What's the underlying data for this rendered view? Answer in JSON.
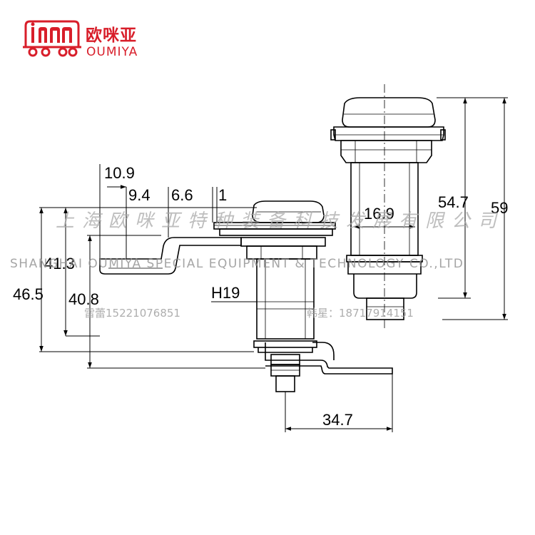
{
  "brand": {
    "name_cn": "欧咪亚",
    "name_en": "OUMIYA",
    "logo_color": "#d81e2a"
  },
  "watermark": {
    "company_cn": "上海欧咪亚特种装备科技发展有限公司",
    "company_en": "SHANGHAI OUMIYA SPECIAL EQUIPMENT & TECHNOLOGY CO.,LTD",
    "contact_left": "雷蕾15221076851",
    "contact_right": "韩星：18717914151"
  },
  "dimensions": {
    "d_10_9": "10.9",
    "d_9_4": "9.4",
    "d_6_6": "6.6",
    "d_1": "1",
    "d_41_3": "41.3",
    "d_46_5": "46.5",
    "d_40_8": "40.8",
    "h19": "H19",
    "d_16_9": "16.9",
    "d_54_7": "54.7",
    "d_59": "59",
    "d_34_7": "34.7"
  }
}
